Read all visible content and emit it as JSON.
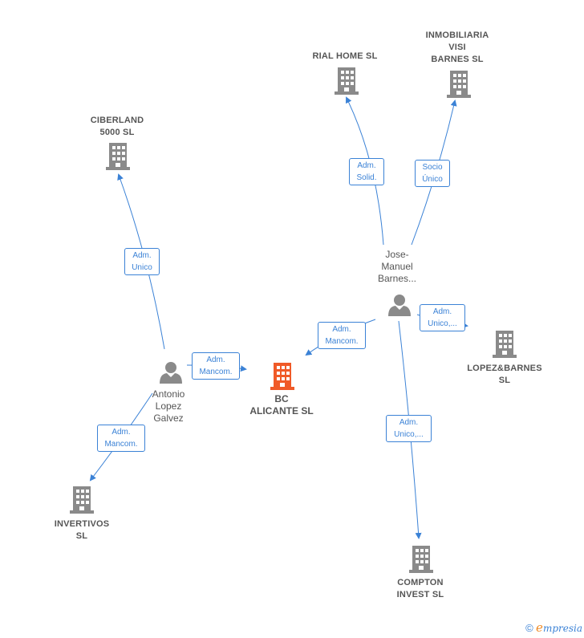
{
  "nodes": {
    "bc": {
      "lines": [
        "BC",
        "ALICANTE  SL"
      ]
    },
    "ciberland": {
      "lines": [
        "CIBERLAND",
        "5000 SL"
      ]
    },
    "rial": {
      "lines": [
        "RIAL HOME  SL"
      ]
    },
    "inmobiliaria": {
      "lines": [
        "INMOBILIARIA",
        "VISI",
        "BARNES  SL"
      ]
    },
    "lopezbarnes": {
      "lines": [
        "LOPEZ&BARNES",
        "SL"
      ]
    },
    "invertivos": {
      "lines": [
        "INVERTIVOS",
        "SL"
      ]
    },
    "compton": {
      "lines": [
        "COMPTON",
        "INVEST  SL"
      ]
    },
    "jose": {
      "lines": [
        "Jose-",
        "Manuel",
        "Barnes..."
      ]
    },
    "antonio": {
      "lines": [
        "Antonio",
        "Lopez",
        "Galvez"
      ]
    }
  },
  "edges": {
    "antonio_ciberland": [
      "Adm.",
      "Unico"
    ],
    "antonio_bc": [
      "Adm.",
      "Mancom."
    ],
    "antonio_invertivos": [
      "Adm.",
      "Mancom."
    ],
    "jose_rial": [
      "Adm.",
      "Solid."
    ],
    "jose_inmobiliaria": [
      "Socio",
      "Único"
    ],
    "jose_bc": [
      "Adm.",
      "Mancom."
    ],
    "jose_lopezbarnes": [
      "Adm.",
      "Unico,..."
    ],
    "jose_compton": [
      "Adm.",
      "Unico,..."
    ]
  },
  "colors": {
    "edge": "#3b82d6",
    "building": "#8a8a8a",
    "building_center": "#f05a28",
    "person": "#8a8a8a"
  },
  "footer": {
    "copyright": "©",
    "brand_e": "e",
    "brand_rest": "mpresia"
  }
}
